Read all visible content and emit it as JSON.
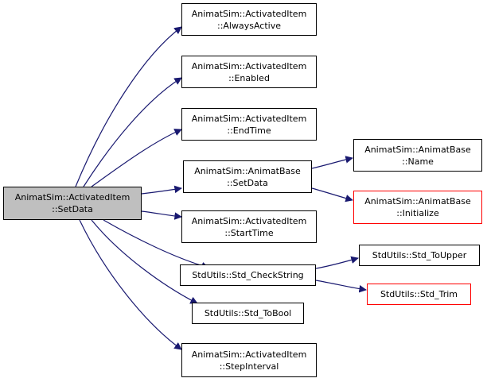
{
  "colors": {
    "edge": "#191970",
    "node_border": "#000000",
    "root_fill": "#bfbfbf",
    "truncated_border": "#ff0000"
  },
  "nodes": {
    "root": {
      "line1": "AnimatSim::ActivatedItem",
      "line2": "::SetData"
    },
    "always_active": {
      "line1": "AnimatSim::ActivatedItem",
      "line2": "::AlwaysActive"
    },
    "enabled": {
      "line1": "AnimatSim::ActivatedItem",
      "line2": "::Enabled"
    },
    "end_time": {
      "line1": "AnimatSim::ActivatedItem",
      "line2": "::EndTime"
    },
    "base_set_data": {
      "line1": "AnimatSim::AnimatBase",
      "line2": "::SetData"
    },
    "start_time": {
      "line1": "AnimatSim::ActivatedItem",
      "line2": "::StartTime"
    },
    "check_string": {
      "line1": "StdUtils::Std_CheckString"
    },
    "to_bool": {
      "line1": "StdUtils::Std_ToBool"
    },
    "step_interval": {
      "line1": "AnimatSim::ActivatedItem",
      "line2": "::StepInterval"
    },
    "base_name": {
      "line1": "AnimatSim::AnimatBase",
      "line2": "::Name"
    },
    "base_initialize": {
      "line1": "AnimatSim::AnimatBase",
      "line2": "::Initialize"
    },
    "to_upper": {
      "line1": "StdUtils::Std_ToUpper"
    },
    "trim": {
      "line1": "StdUtils::Std_Trim"
    }
  }
}
